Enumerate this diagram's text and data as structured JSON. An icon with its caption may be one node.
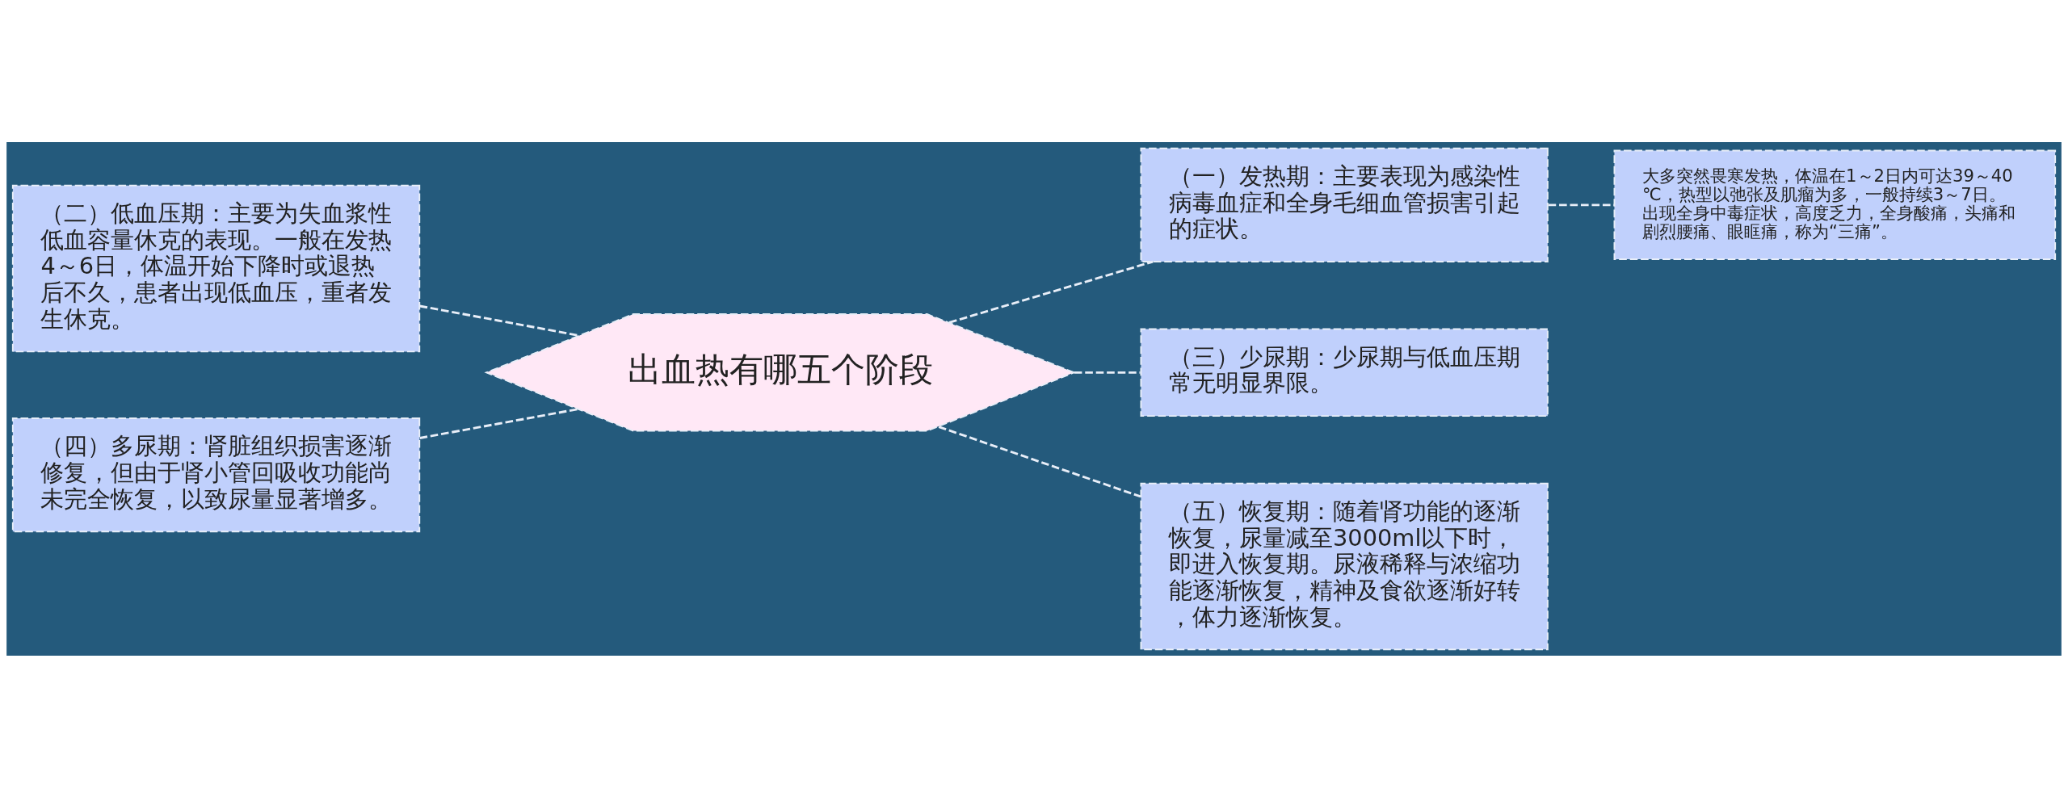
{
  "diagram": {
    "nodes": [
      {
        "text": [
          "出血热有哪五个阶段"
        ]
      },
      {
        "text": [
          "（二）低血压期：主要为失血浆性低血容量休克的表现。一般在发热4～6日，体温开始下降时或退热后不久，患者出现低血压，重者发生休克。"
        ]
      },
      {
        "text": [
          "（四）多尿期：肾脏组织损害逐渐修复，但由于肾小管回吸收功能尚未完全恢复，以致尿量显著增多。"
        ]
      },
      {
        "text": [
          "（一）发热期：主要表现为感染性病毒血症和全身毛细血管损害引起的症状。"
        ]
      },
      {
        "text": [
          "大多突然畏寒发热，体温在1～2日内可达39～40℃，热型以弛张及肌瘤为多，一般持续3～7日。出现全身中毒症状，高度乏力，全身酸痛，头痛和剧烈腰痛、眼眶痛，称为“三痛”。"
        ]
      },
      {
        "text": [
          "（三）少尿期：少尿期与低血压期常无明显界限。"
        ]
      },
      {
        "text": [
          "（五）恢复期：随着肾功能的逐渐恢复，尿量减至3000ml以下时，即进入恢复期。尿液稀释与浓缩功能逐渐恢复，精神及食欲逐渐好转，体力逐渐恢复。"
        ]
      }
    ],
    "edges": [
      {
        "from": 0,
        "to": 1,
        "arrow": "none",
        "style": "dashed"
      },
      {
        "from": 0,
        "to": 2,
        "arrow": "none",
        "style": "dashed"
      },
      {
        "from": 0,
        "to": 3,
        "arrow": "none",
        "style": "dashed"
      },
      {
        "from": 3,
        "to": 4,
        "arrow": "none",
        "style": "dashed"
      },
      {
        "from": 0,
        "to": 5,
        "arrow": "none",
        "style": "dashed"
      },
      {
        "from": 0,
        "to": 6,
        "arrow": "none",
        "style": "dashed"
      }
    ]
  }
}
